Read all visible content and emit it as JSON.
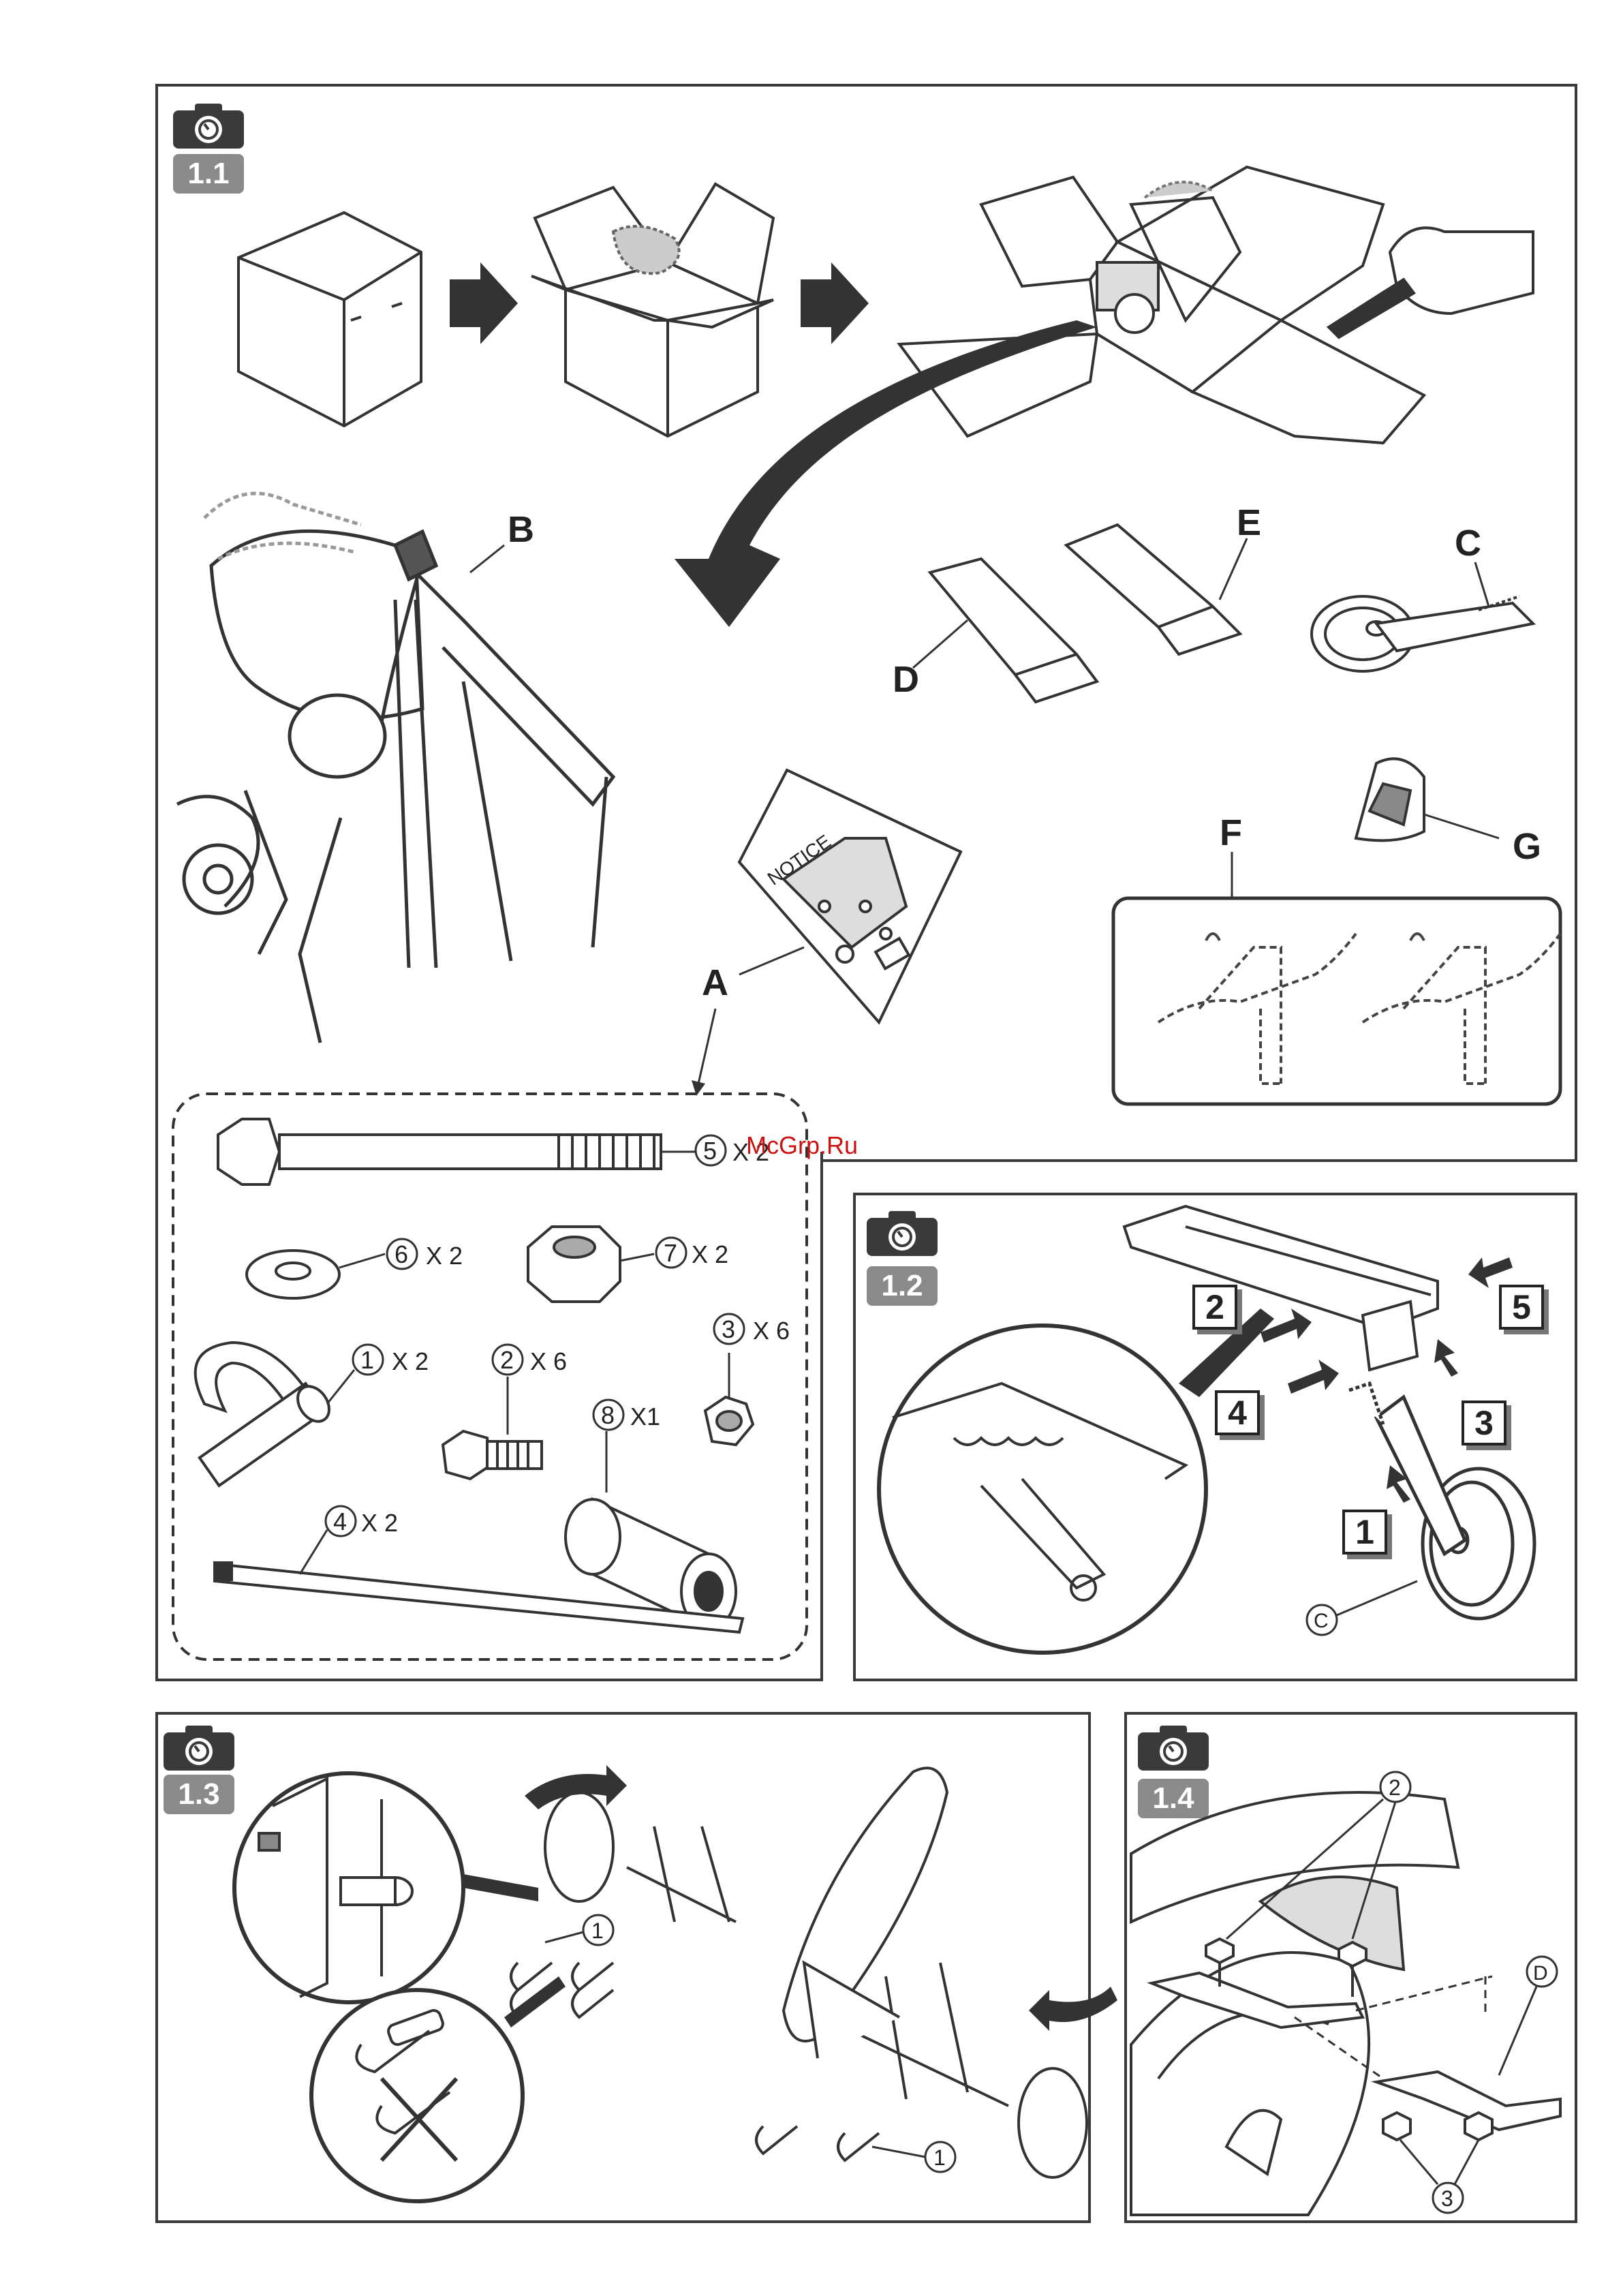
{
  "panels": {
    "p11": {
      "badge": "1.1"
    },
    "p12": {
      "badge": "1.2"
    },
    "p13": {
      "badge": "1.3"
    },
    "p14": {
      "badge": "1.4"
    }
  },
  "parts": {
    "a": "A",
    "b": "B",
    "c": "C",
    "d": "D",
    "e": "E",
    "f": "F",
    "g": "G"
  },
  "notice_text": "NOTICE",
  "hardware": [
    {
      "num": "5",
      "qty": "X 2"
    },
    {
      "num": "6",
      "qty": "X 2"
    },
    {
      "num": "7",
      "qty": "X 2"
    },
    {
      "num": "1",
      "qty": "X 2"
    },
    {
      "num": "2",
      "qty": "X 6"
    },
    {
      "num": "3",
      "qty": "X 6"
    },
    {
      "num": "8",
      "qty": "X1"
    },
    {
      "num": "4",
      "qty": "X 2"
    }
  ],
  "steps_12": {
    "s1": "1",
    "s2": "2",
    "s3": "3",
    "s4": "4",
    "s5": "5",
    "c": "C"
  },
  "callouts_13": {
    "top": "1",
    "bottom": "1"
  },
  "callouts_14": {
    "bolt": "2",
    "nut": "3",
    "part": "D"
  },
  "watermark": "McGrp.Ru"
}
